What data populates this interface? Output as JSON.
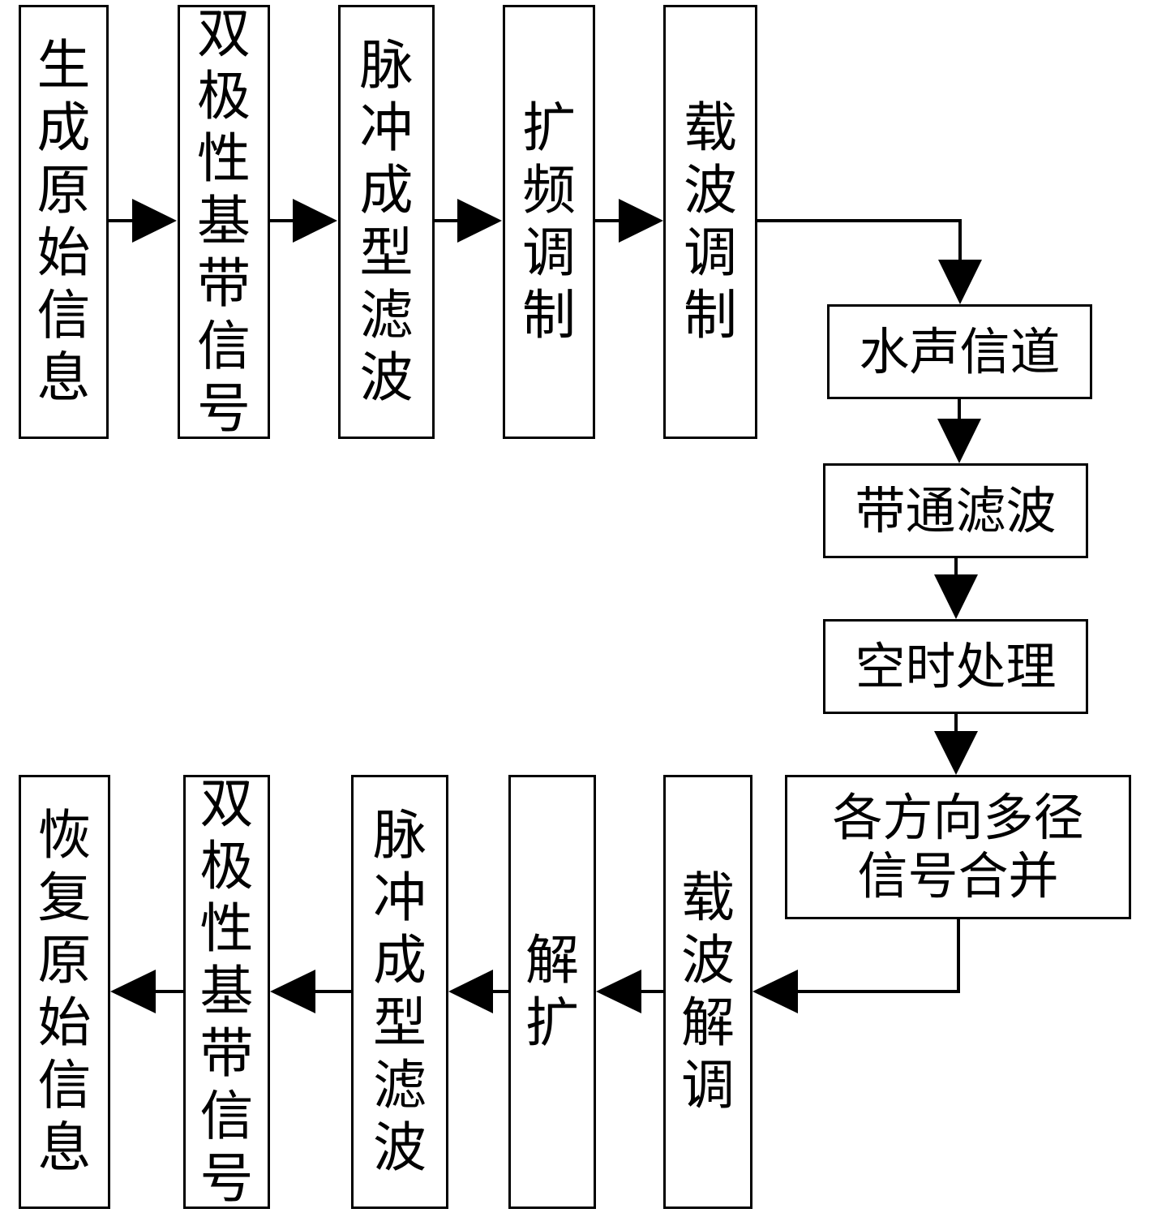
{
  "tx": {
    "s1": "生成原始信息",
    "s2": "双极性基带信号",
    "s3": "脉冲成型滤波",
    "s4": "扩频调制",
    "s5": "载波调制"
  },
  "ch": {
    "c1": "水声信道",
    "c2": "带通滤波",
    "c3": "空时处理",
    "c4_line1": "各方向多径",
    "c4_line2": "信号合并"
  },
  "rx": {
    "r1": "载波解调",
    "r2": "解扩",
    "r3": "脉冲成型滤波",
    "r4": "双极性基带信号",
    "r5": "恢复原始信息"
  },
  "colors": {
    "stroke": "#000000",
    "background": "#ffffff"
  }
}
